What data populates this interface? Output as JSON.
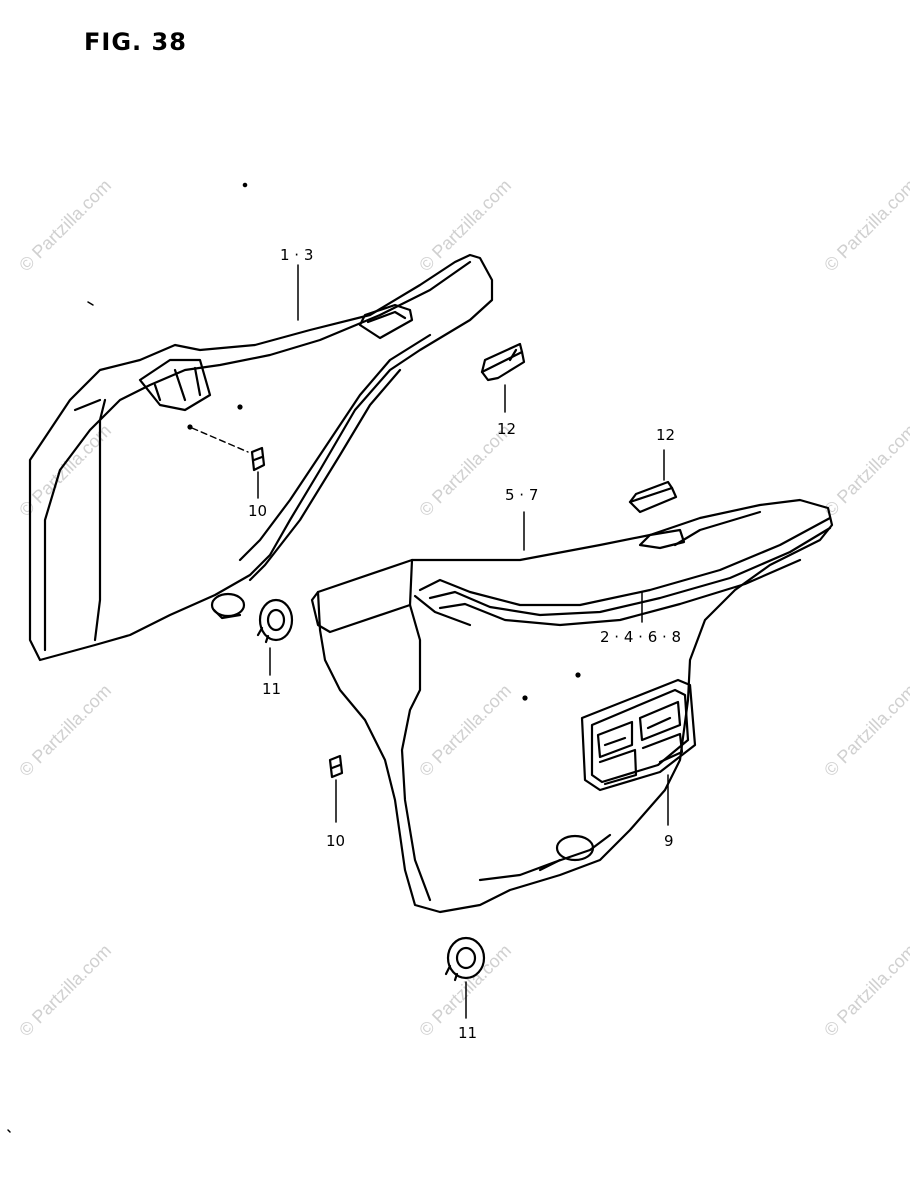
{
  "figure": {
    "title": "FIG. 38"
  },
  "callouts": {
    "c1": "1 · 3",
    "c5": "5 · 7",
    "c2": "2 · 4 · 6 · 8",
    "c9": "9",
    "c10a": "10",
    "c10b": "10",
    "c11a": "11",
    "c11b": "11",
    "c12a": "12",
    "c12b": "12"
  },
  "watermark": {
    "text": "© Partzilla.com"
  }
}
